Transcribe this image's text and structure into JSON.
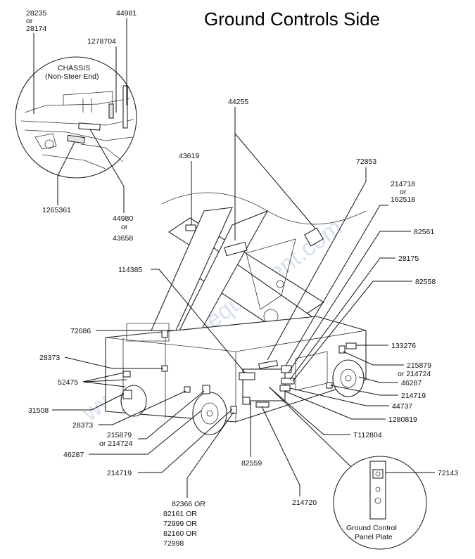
{
  "title": "Ground Controls Side",
  "watermark": "www.discount-equipment.com",
  "callouts": {
    "c28235": [
      "28235",
      "or",
      "28174"
    ],
    "c44981": "44981",
    "c1278704": "1278704",
    "chassis": [
      "CHASSIS",
      "(Non-Steer End)"
    ],
    "c1265361": "1265361",
    "c44980": [
      "44980",
      "or",
      "43658"
    ],
    "c44255": "44255",
    "c43619": "43619",
    "c72853": "72853",
    "c214718": [
      "214718",
      "or",
      "162518"
    ],
    "c82561": "82561",
    "c28175": "28175",
    "c82558": "82558",
    "c114385": "114385",
    "c72086": "72086",
    "c133276": "133276",
    "c28373a": "28373",
    "c215879r": [
      "215879",
      "or 214724"
    ],
    "c46287r": "46287",
    "c52475": "52475",
    "c214719r": "214719",
    "c31508": "31508",
    "c44737": "44737",
    "c28373b": "28373",
    "c1280819": "1280819",
    "c215879l": [
      "215879",
      "or 214724"
    ],
    "cT112804": "T112804",
    "c46287l": "46287",
    "c82559": "82559",
    "c72143": "72143",
    "c214719l": "214719",
    "c82366": [
      "82366 OR",
      "82161 OR",
      "72999 OR",
      "82160 OR",
      "72998"
    ],
    "c214720": "214720",
    "panel": [
      "Ground Control",
      "Panel Plate"
    ]
  }
}
